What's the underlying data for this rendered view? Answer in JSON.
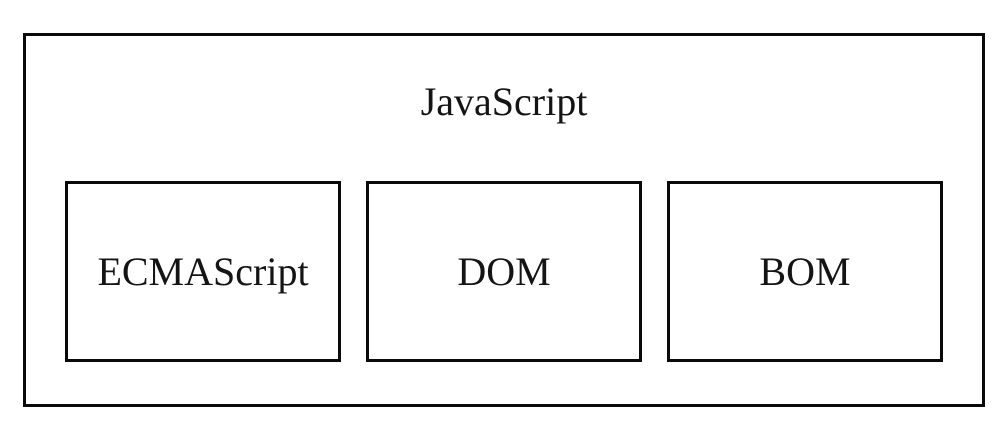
{
  "diagram": {
    "title": "JavaScript",
    "boxes": [
      {
        "label": "ECMAScript"
      },
      {
        "label": "DOM"
      },
      {
        "label": "BOM"
      }
    ]
  },
  "colors": {
    "border": "#0a0a0a",
    "background": "#ffffff",
    "text": "#141414"
  }
}
